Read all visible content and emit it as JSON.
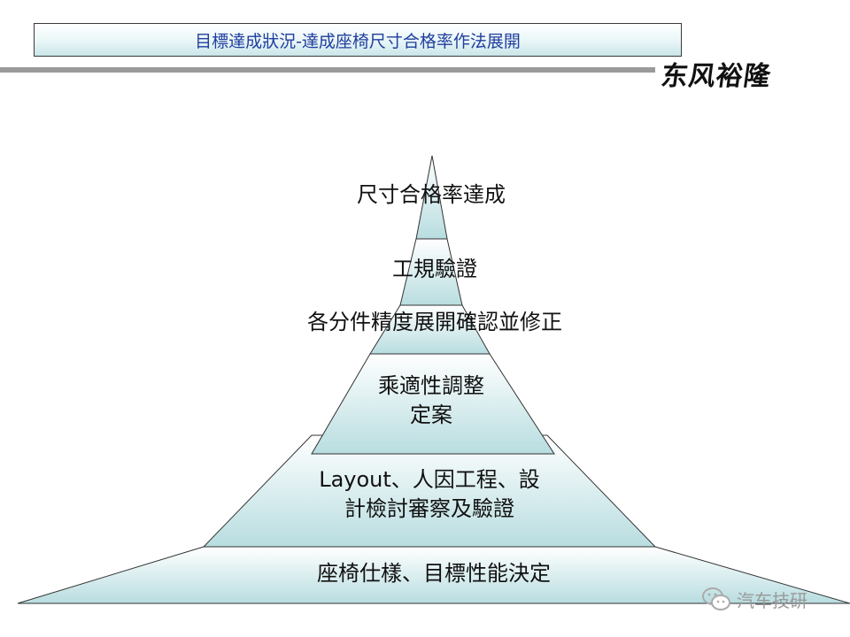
{
  "header": {
    "title": "目標達成狀況-達成座椅尺寸合格率作法展開",
    "brand": "东风裕隆"
  },
  "pyramid": {
    "layers": [
      {
        "lines": [
          "尺寸合格率達成"
        ]
      },
      {
        "lines": [
          "工規驗證"
        ]
      },
      {
        "lines": [
          "各分件精度展開確認並修正"
        ]
      },
      {
        "lines": [
          "乘適性調整",
          "定案"
        ]
      },
      {
        "lines": [
          "Layout、人因工程、設",
          "計檢討審察及驗證"
        ]
      },
      {
        "lines": [
          "座椅仕樣、目標性能決定"
        ]
      }
    ],
    "colors": {
      "fill_top": "#ffffff",
      "fill_bottom": "#b8dde0",
      "stroke": "#333333"
    }
  },
  "watermark": {
    "text": "汽车技研",
    "icon": "wechat-icon"
  }
}
